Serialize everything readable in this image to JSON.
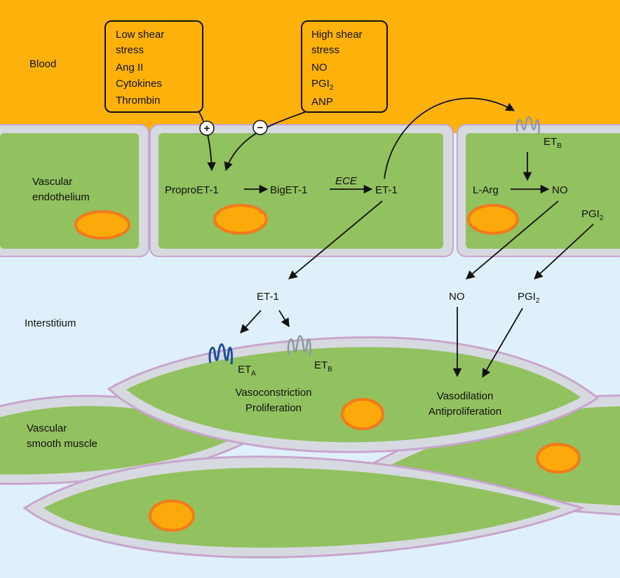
{
  "colors": {
    "blood": "#fdb10b",
    "interstitium": "#e0f0fa",
    "cell_fill": "#92c160",
    "cell_border": "#c8a5cd",
    "membrane": "#d7d9e0",
    "nucleus_fill": "#fca90b",
    "nucleus_ring": "#f27a1b",
    "receptor_a": "#1b4fa0",
    "receptor_b": "#8a9aa2"
  },
  "regions": {
    "blood": "Blood",
    "endothelium_line1": "Vascular",
    "endothelium_line2": "endothelium",
    "interstitium": "Interstitium",
    "smooth_muscle_line1": "Vascular",
    "smooth_muscle_line2": "smooth muscle"
  },
  "stimulators": {
    "lines": [
      "Low shear",
      "stress",
      "Ang II",
      "Cytokines",
      "Thrombin"
    ],
    "sign": "+"
  },
  "inhibitors": {
    "line1": "High shear",
    "line2": "stress",
    "line3": "NO",
    "pgi_base": "PGI",
    "pgi_sub": "2",
    "line5": "ANP",
    "sign": "−"
  },
  "pathway": {
    "proproet1": "ProproET-1",
    "biget1": "BigET-1",
    "ece": "ECE",
    "et1": "ET-1"
  },
  "endothelial_receptor": {
    "base": "ET",
    "sub": "B"
  },
  "no_pathway": {
    "larg": "L-Arg",
    "no": "NO",
    "pgi_base": "PGI",
    "pgi_sub": "2"
  },
  "interstitial": {
    "et1": "ET-1",
    "no": "NO",
    "pgi_base": "PGI",
    "pgi_sub": "2"
  },
  "smooth_muscle": {
    "eta_base": "ET",
    "eta_sub": "A",
    "etb_base": "ET",
    "etb_sub": "B",
    "effect_left_1": "Vasoconstriction",
    "effect_left_2": "Proliferation",
    "effect_right_1": "Vasodilation",
    "effect_right_2": "Antiproliferation"
  }
}
